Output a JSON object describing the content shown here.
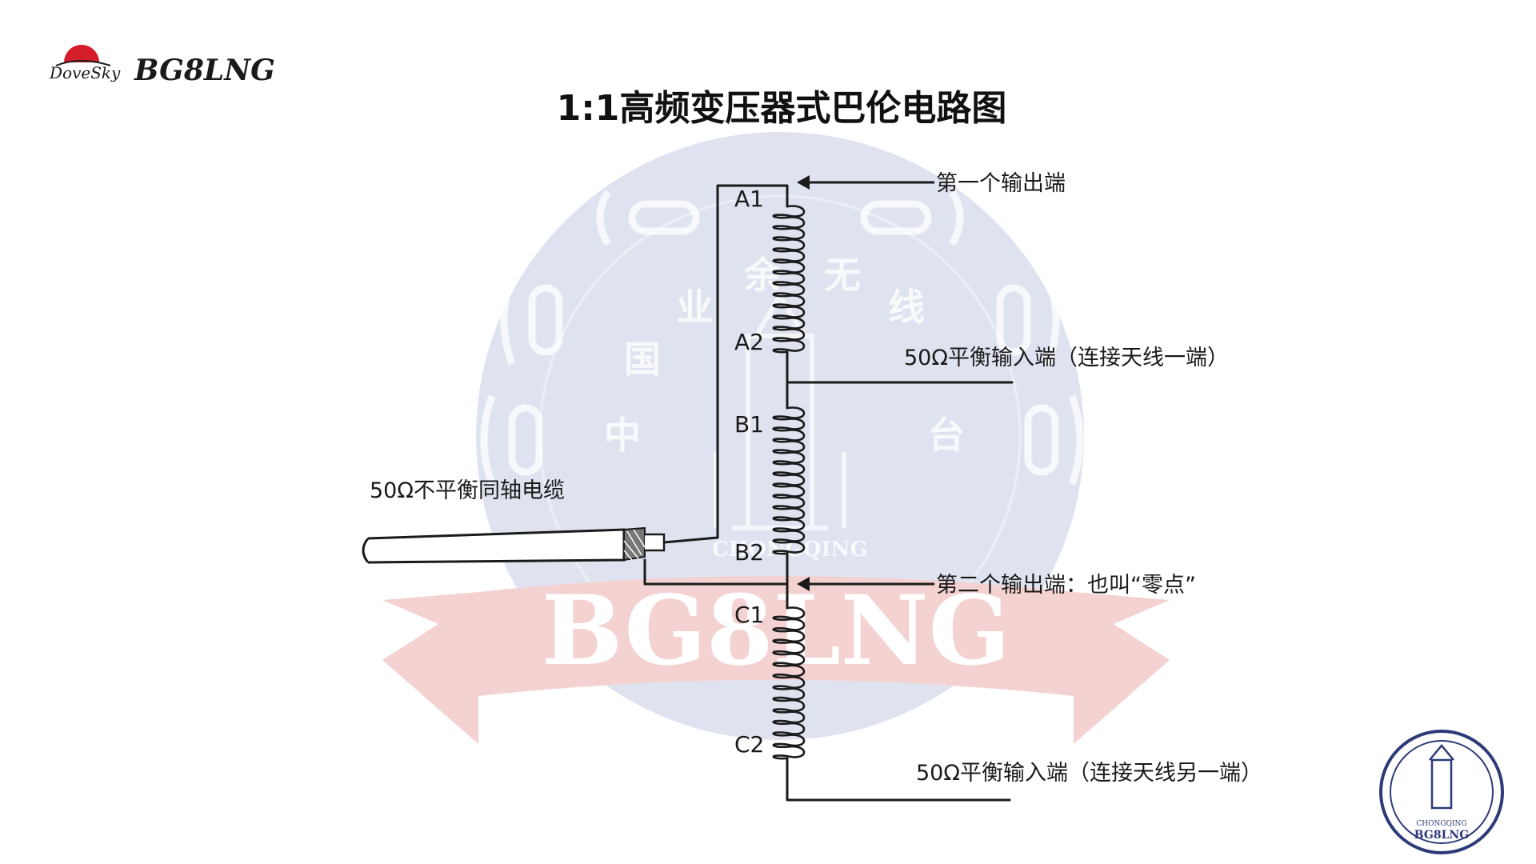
{
  "header": {
    "brand_script": "DoveSky",
    "brand_callsign": "BG8LNG"
  },
  "title": "1:1高频变压器式巴伦电路图",
  "coil_labels": {
    "a1": "A1",
    "a2": "A2",
    "b1": "B1",
    "b2": "B2",
    "c1": "C1",
    "c2": "C2"
  },
  "annotations": {
    "first_output": "第一个输出端",
    "balanced_input_1": "50Ω平衡输入端（连接天线一端）",
    "unbalanced_cable": "50Ω不平衡同轴电缆",
    "second_output": "第二个输出端：也叫“零点”",
    "balanced_input_2": "50Ω平衡输入端（连接天线另一端）"
  },
  "watermark": {
    "banner_text": "BG8LNG",
    "ring_chars": [
      "国",
      "业",
      "余",
      "无",
      "线",
      "台",
      "中"
    ],
    "city_text": "CHONGQING",
    "colors": {
      "circle": "#dfe3ef",
      "ribbon": "#f4d2d2",
      "ribbon_text": "#ffffff"
    }
  },
  "seal": {
    "text": "BG8LNG",
    "city": "CHONGQING",
    "color": "#2d3a78"
  },
  "colors": {
    "ink": "#1a1a1a",
    "brand_red": "#d61e2a"
  }
}
